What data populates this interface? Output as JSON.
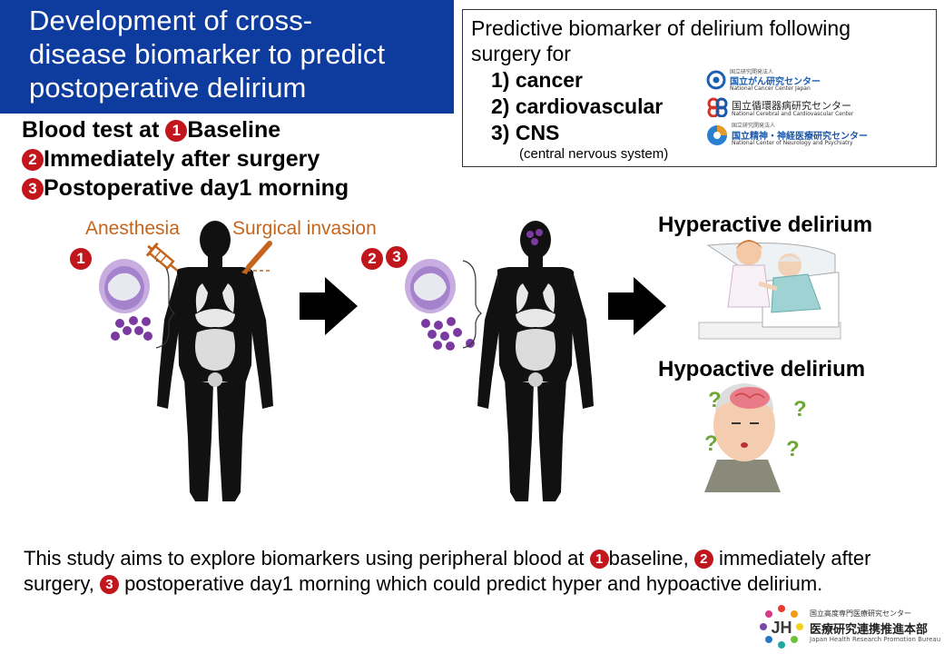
{
  "title": {
    "line1": "Development of cross-",
    "line2": "disease biomarker to predict",
    "line3": "postoperative delirium"
  },
  "biomarker_box": {
    "heading_line1": "Predictive biomarker of delirium following",
    "heading_line2": "surgery for",
    "items": [
      "1) cancer",
      "2) cardiovascular",
      "3) CNS"
    ],
    "cns_note": "(central nervous system)",
    "logos": [
      {
        "small": "国立研究開発法人",
        "main": "国立がん研究センター",
        "sub": "National Cancer Center Japan",
        "color": "#1a5fb4"
      },
      {
        "main": "国立循環器病研究センター",
        "sub": "National Cerebral and Cardiovascular Center",
        "color": "#d0332a"
      },
      {
        "small": "国立研究開発法人",
        "main": "国立精神・神経医療研究センター",
        "sub": "National Center of Neurology and Psychiatry",
        "color": "#1c57a8"
      }
    ]
  },
  "blood_test": {
    "line1_prefix": "Blood test at ",
    "marker1": "1",
    "line1_suffix": "Baseline",
    "marker2": "2",
    "line2": "Immediately after surgery",
    "marker3": "3",
    "line3": "Postoperative day1 morning"
  },
  "diagram": {
    "anesthesia_label": "Anesthesia",
    "surgical_label": "Surgical invasion",
    "marker_1": "1",
    "marker_2": "2",
    "marker_3": "3",
    "hyperactive_label": "Hyperactive delirium",
    "hypoactive_label": "Hypoactive delirium",
    "question_mark": "?"
  },
  "footer": {
    "part1": "This study aims to explore biomarkers using peripheral blood at ",
    "m1": "1",
    "part2": "baseline, ",
    "m2": "2",
    "part3": " immediately after surgery, ",
    "m3": "3",
    "part4": " postoperative day1 morning which could predict hyper and hypoactive delirium."
  },
  "jh_logo": {
    "small": "国立高度専門医療研究センター",
    "main": "医療研究連携推進本部",
    "sub": "Japan Health Research Promotion Bureau",
    "mark": "JH"
  },
  "colors": {
    "title_bg": "#0d3c9e",
    "marker_red": "#c0161c",
    "orange": "#c5651d",
    "purple": "#7b3aa2",
    "silhouette": "#111111"
  }
}
